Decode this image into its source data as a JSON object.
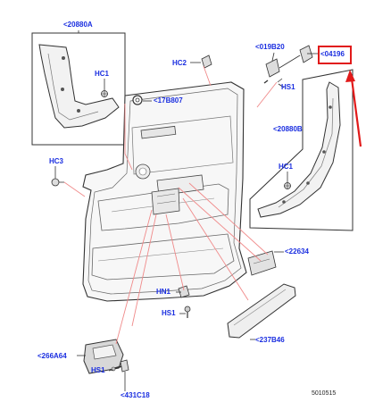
{
  "colors": {
    "label": "#1a2ee0",
    "highlight": "#e11a1a",
    "line": "#333333",
    "leader": "#f08a8a"
  },
  "labels": {
    "p20880A": "<20880A",
    "hc1_top": "HC1",
    "hc2": "HC2",
    "p17B807": "<17B807",
    "p019B20": "<019B20",
    "p04196": "<04196",
    "hs1_top": "HS1",
    "p20880B": "<20880B",
    "hc1_right": "HC1",
    "hc3": "HC3",
    "p22634": "<22634",
    "hn1": "HN1",
    "hs1_mid": "HS1",
    "p237B46": "<237B46",
    "p266A64": "<266A64",
    "hs1_bottom": "HS1",
    "p431C18": "<431C18"
  },
  "reference": "5010515"
}
